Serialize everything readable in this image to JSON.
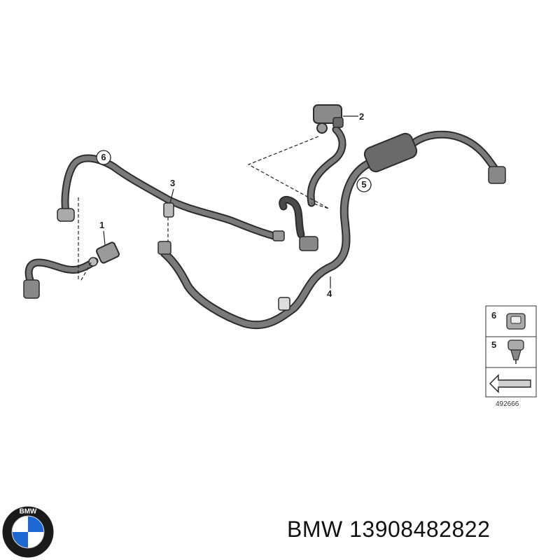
{
  "callouts": {
    "c1": "1",
    "c2": "2",
    "c3": "3",
    "c4": "4",
    "c5": "5",
    "c6": "6"
  },
  "legend": {
    "items": [
      {
        "number": "6",
        "icon": "clip-icon"
      },
      {
        "number": "5",
        "icon": "expanding-rivet-icon"
      }
    ],
    "ref_number": "492666"
  },
  "logo": {
    "text": "BMW",
    "colors": {
      "blue": "#1c69d4",
      "ring": "#1a1a1a",
      "white": "#ffffff"
    }
  },
  "caption": {
    "brand": "BMW",
    "part_number": "13908482822"
  },
  "brand_line": "BMW 13908482822",
  "colors": {
    "hose": "#5a5a5a",
    "hose_edge": "#2c2c2c",
    "line": "#222222"
  }
}
